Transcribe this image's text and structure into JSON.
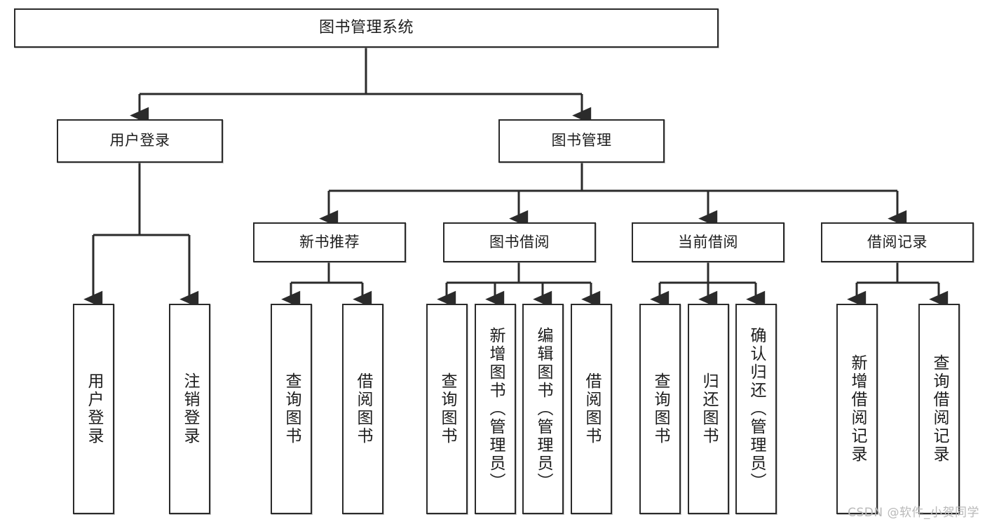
{
  "diagram": {
    "title": "图书管理系统",
    "watermark": "CSDN @软件_小贺同学",
    "line_color": "#2b2b2b",
    "box_fill": "#ffffff",
    "text_color": "#1d1d1d",
    "root": {
      "label": "图书管理系统"
    },
    "level2": [
      {
        "label": "用户登录"
      },
      {
        "label": "图书管理"
      }
    ],
    "level3": [
      {
        "label": "新书推荐"
      },
      {
        "label": "图书借阅"
      },
      {
        "label": "当前借阅"
      },
      {
        "label": "借阅记录"
      }
    ],
    "leaves": {
      "user_login": [
        {
          "label": "用户登录"
        },
        {
          "label": "注销登录"
        }
      ],
      "new_book_recommend": [
        {
          "label": "查询图书"
        },
        {
          "label": "借阅图书"
        }
      ],
      "book_borrow": [
        {
          "label": "查询图书"
        },
        {
          "label": "新增图书（管理员）"
        },
        {
          "label": "编辑图书（管理员）"
        },
        {
          "label": "借阅图书"
        }
      ],
      "current_borrow": [
        {
          "label": "查询图书"
        },
        {
          "label": "归还图书"
        },
        {
          "label": "确认归还（管理员）"
        }
      ],
      "borrow_record": [
        {
          "label": "新增借阅记录"
        },
        {
          "label": "查询借阅记录"
        }
      ]
    }
  }
}
